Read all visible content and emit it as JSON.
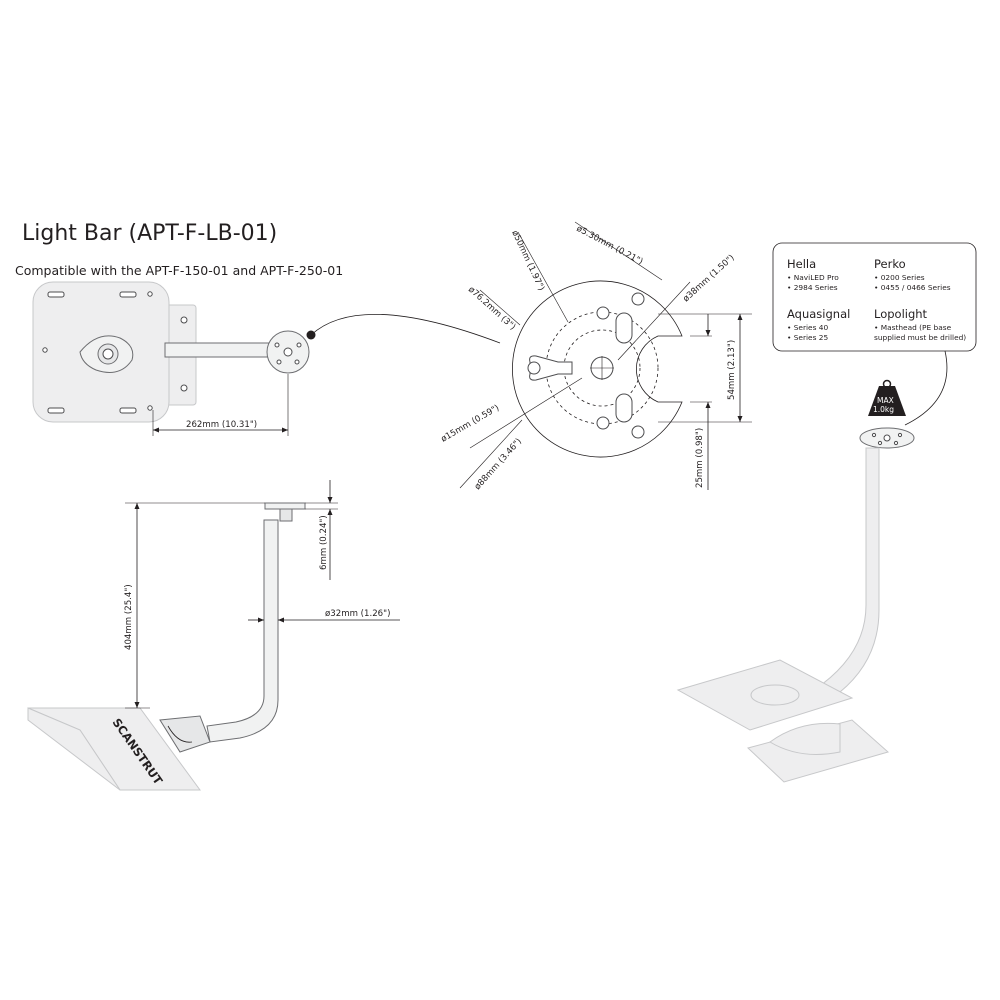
{
  "title": "Light Bar  (APT-F-LB-01)",
  "subtitle": "Compatible with the APT-F-150-01 and APT-F-250-01",
  "dimensions": {
    "reach": "262mm (10.31\")",
    "height": "404mm (25.4\")",
    "plate_thickness": "6mm (0.24\")",
    "tube_diameter": "ø32mm (1.26\")",
    "d50": "ø50mm (1.97\")",
    "d530": "ø5.30mm (0.21\")",
    "d762": "ø76.2mm (3\")",
    "d38": "ø38mm (1.50\")",
    "d15": "ø15mm (0.59\")",
    "d88": "ø88mm (3.46\")",
    "h54": "54mm (2.13\")",
    "h25": "25mm (0.98\")"
  },
  "compatibility": [
    {
      "brand": "Hella",
      "items": [
        "• NaviLED Pro",
        "• 2984 Series"
      ]
    },
    {
      "brand": "Perko",
      "items": [
        "• 0200 Series",
        "• 0455 / 0466 Series"
      ]
    },
    {
      "brand": "Aquasignal",
      "items": [
        "• Series 40",
        "• Series 25"
      ]
    },
    {
      "brand": "Lopolight",
      "items": [
        "• Masthead (PE base",
        "supplied must be drilled)"
      ]
    }
  ],
  "badge": {
    "line1": "MAX",
    "line2": "1.0kg"
  },
  "logo_text": "SCANSTRUT"
}
